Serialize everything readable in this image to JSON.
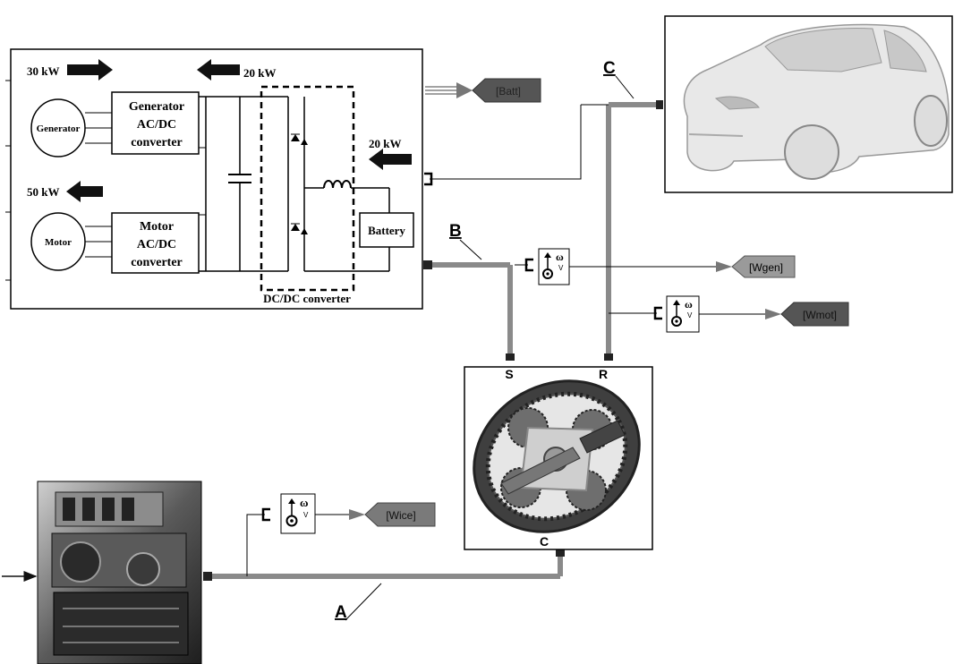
{
  "power_block": {
    "gen_power": "30 kW",
    "dcdc_power": "20 kW",
    "battery_power": "20 kW",
    "motor_power": "50 kW",
    "generator_label": "Generator",
    "gen_conv_line1": "Generator",
    "gen_conv_line2": "AC/DC",
    "gen_conv_line3": "converter",
    "motor_label": "Motor",
    "mot_conv_line1": "Motor",
    "mot_conv_line2": "AC/DC",
    "mot_conv_line3": "converter",
    "battery_label": "Battery",
    "dcdc_label": "DC/DC converter"
  },
  "tags": {
    "batt": "[Batt]",
    "wgen": "[Wgen]",
    "wmot": "[Wmot]",
    "wice": "[Wice]"
  },
  "sensor": {
    "omega": "ω",
    "v": "V"
  },
  "connections": {
    "a": "A",
    "b": "B",
    "c": "C"
  },
  "gear_ports": {
    "s": "S",
    "r": "R",
    "c": "C"
  },
  "colors": {
    "shaft": "#8a8a8a",
    "tag_dark": "#555555",
    "tag_light": "#9a9a9a",
    "arrow": "#111111"
  }
}
